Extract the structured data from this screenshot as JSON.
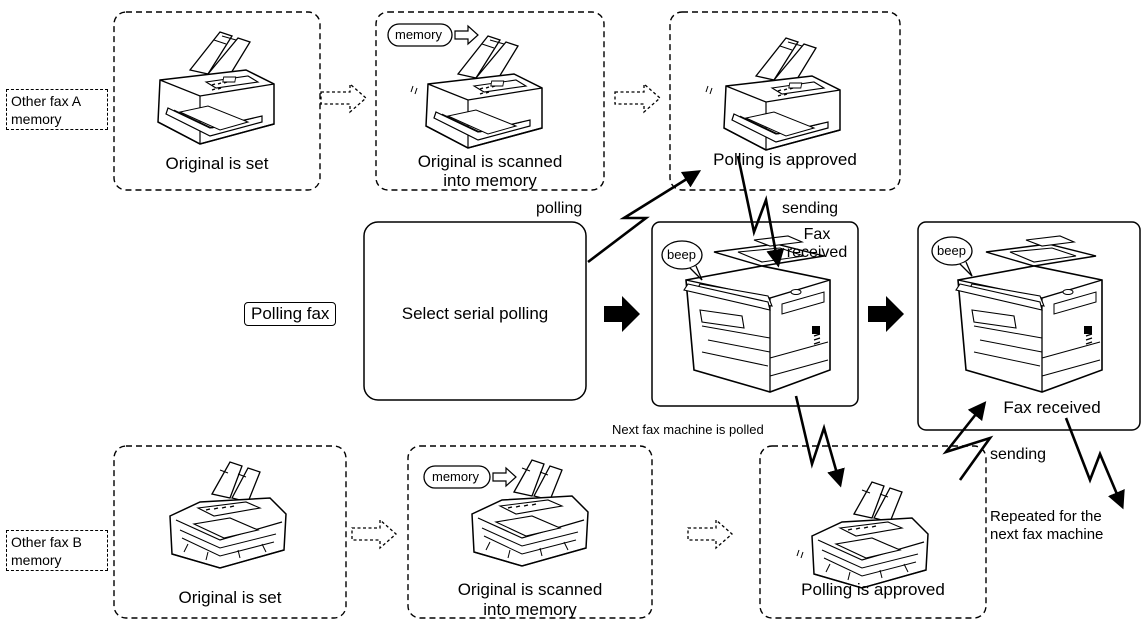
{
  "diagram": {
    "polling_label": "Polling fax",
    "other_a_label": {
      "line1": "Other fax A",
      "line2": "memory"
    },
    "other_b_label": {
      "line1": "Other fax B",
      "line2": "memory"
    },
    "top_row": {
      "step1_caption": "Original is set",
      "step2_caption": {
        "line1": "Original is scanned",
        "line2": "into memory"
      },
      "step2_bubble": "memory",
      "step3_caption": "Polling is approved"
    },
    "bottom_row": {
      "step1_caption": "Original is set",
      "step2_caption": {
        "line1": "Original is scanned",
        "line2": "into memory"
      },
      "step2_bubble": "memory",
      "step3_caption": "Polling is approved"
    },
    "center": {
      "select_caption": "Select serial polling",
      "machine_bubble": "beep",
      "fax_received_top": {
        "line1": "Fax",
        "line2": "received"
      },
      "final_bubble": "beep",
      "final_caption": "Fax received"
    },
    "arrows": {
      "polling": "polling",
      "sending_top": "sending",
      "next_polled": "Next fax machine is polled",
      "sending_bottom": "sending",
      "repeated": {
        "line1": "Repeated for the",
        "line2": "next fax machine"
      }
    }
  }
}
